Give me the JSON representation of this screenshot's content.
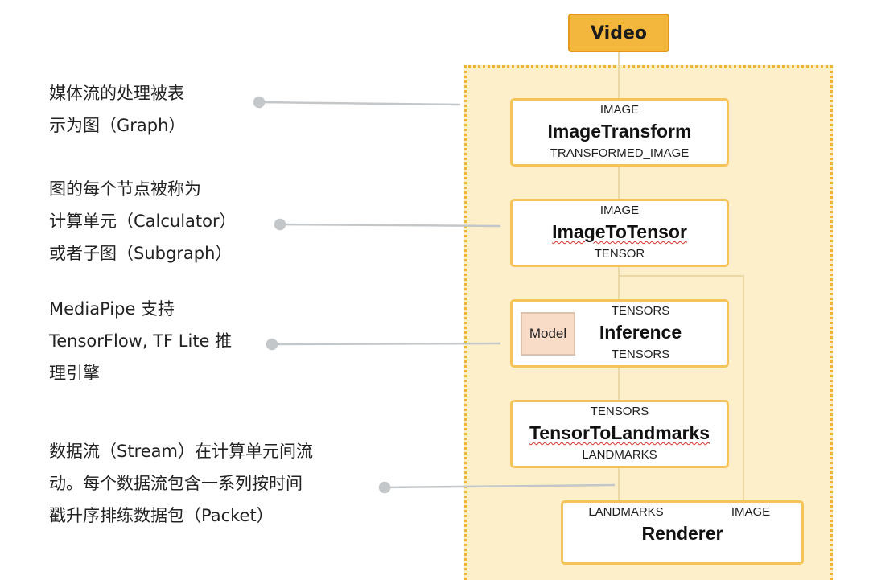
{
  "video": {
    "label": "Video"
  },
  "nodes": [
    {
      "input": "IMAGE",
      "title": "ImageTransform",
      "output": "TRANSFORMED_IMAGE"
    },
    {
      "input": "IMAGE",
      "title": "ImageToTensor",
      "output": "TENSOR"
    },
    {
      "input": "TENSORS",
      "title": "Inference",
      "output": "TENSORS",
      "model": "Model"
    },
    {
      "input": "TENSORS",
      "title": "TensorToLandmarks",
      "output": "LANDMARKS"
    },
    {
      "input": "LANDMARKS",
      "input2": "IMAGE",
      "title": "Renderer"
    }
  ],
  "notes": [
    {
      "lines": [
        "媒体流的处理被表",
        "示为图（Graph）"
      ]
    },
    {
      "lines": [
        "图的每个节点被称为",
        "计算单元（Calculator）",
        "或者子图（Subgraph）"
      ]
    },
    {
      "lines": [
        "MediaPipe 支持",
        "TensorFlow, TF Lite 推",
        "理引擎"
      ]
    },
    {
      "lines": [
        "数据流（Stream）在计算单元间流",
        "动。每个数据流包含一系列按时间",
        "戳升序排练数据包（Packet）"
      ]
    }
  ],
  "colors": {
    "graph_fill": "#fcefc9",
    "graph_dotted_border": "#f2b233",
    "node_border": "#f6c35a",
    "video_fill": "#f4b73e",
    "connector": "#ead8a6",
    "pointer": "#c4c7c9"
  }
}
